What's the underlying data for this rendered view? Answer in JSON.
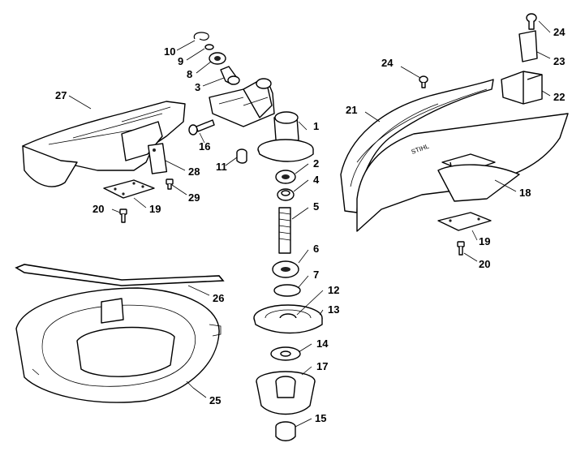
{
  "diagram": {
    "callouts": [
      {
        "id": "c10",
        "label": "10"
      },
      {
        "id": "c9",
        "label": "9"
      },
      {
        "id": "c8",
        "label": "8"
      },
      {
        "id": "c3",
        "label": "3"
      },
      {
        "id": "c27",
        "label": "27"
      },
      {
        "id": "c1",
        "label": "1"
      },
      {
        "id": "c16",
        "label": "16"
      },
      {
        "id": "c11",
        "label": "11"
      },
      {
        "id": "c2",
        "label": "2"
      },
      {
        "id": "c4",
        "label": "4"
      },
      {
        "id": "c28",
        "label": "28"
      },
      {
        "id": "c29",
        "label": "29"
      },
      {
        "id": "c20a",
        "label": "20"
      },
      {
        "id": "c19a",
        "label": "19"
      },
      {
        "id": "c5",
        "label": "5"
      },
      {
        "id": "c6",
        "label": "6"
      },
      {
        "id": "c7",
        "label": "7"
      },
      {
        "id": "c26",
        "label": "26"
      },
      {
        "id": "c12",
        "label": "12"
      },
      {
        "id": "c13",
        "label": "13"
      },
      {
        "id": "c14",
        "label": "14"
      },
      {
        "id": "c17",
        "label": "17"
      },
      {
        "id": "c25",
        "label": "25"
      },
      {
        "id": "c15",
        "label": "15"
      },
      {
        "id": "c24a",
        "label": "24"
      },
      {
        "id": "c23",
        "label": "23"
      },
      {
        "id": "c24b",
        "label": "24"
      },
      {
        "id": "c22",
        "label": "22"
      },
      {
        "id": "c21",
        "label": "21"
      },
      {
        "id": "c18",
        "label": "18"
      },
      {
        "id": "c19b",
        "label": "19"
      },
      {
        "id": "c20b",
        "label": "20"
      }
    ]
  }
}
